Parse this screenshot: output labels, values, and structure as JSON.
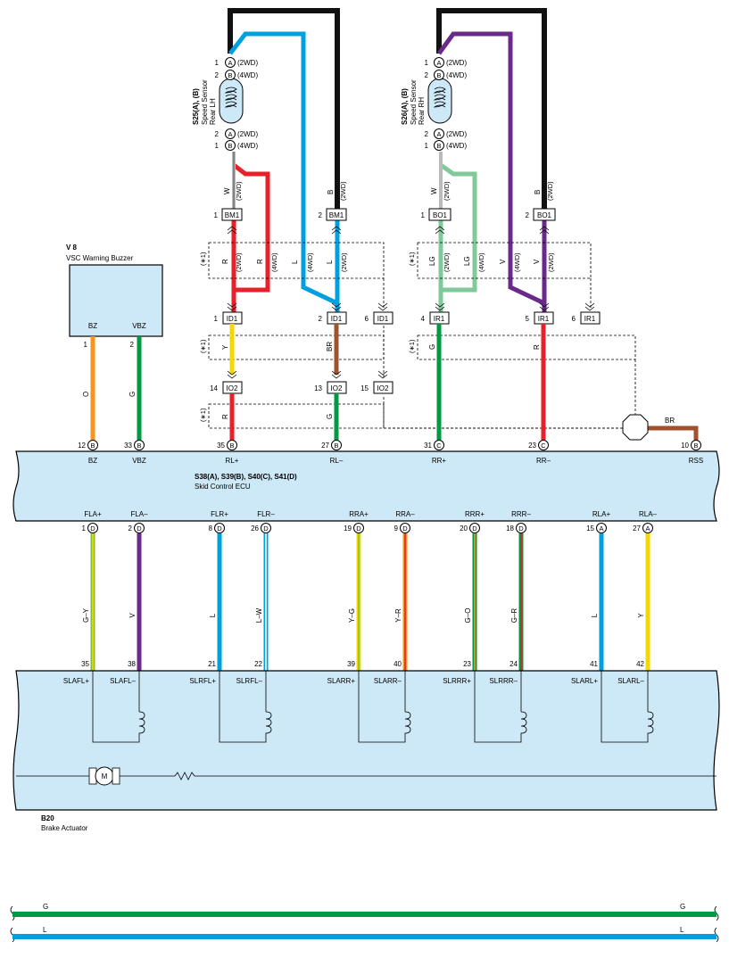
{
  "colors": {
    "ecu_fill": "#cde8f6",
    "black": "#111111",
    "blue": "#00a0e0",
    "red": "#e8202a",
    "green": "#009a44",
    "lightgreen": "#7fc99a",
    "purple": "#6a2a8c",
    "yellow": "#f5d800",
    "orange": "#f7941d",
    "brown": "#a0522d"
  },
  "sensor_lh": {
    "title": "S25(A), (B)",
    "line1": "Speed Sensor",
    "line2": "Rear LH",
    "pins": [
      {
        "num": "1",
        "conn": "A",
        "tag": "(2WD)"
      },
      {
        "num": "2",
        "conn": "B",
        "tag": "(4WD)"
      },
      {
        "num": "2",
        "conn": "A",
        "tag": "(2WD)"
      },
      {
        "num": "1",
        "conn": "B",
        "tag": "(4WD)"
      }
    ]
  },
  "sensor_rh": {
    "title": "S26(A), (B)",
    "line1": "Speed Sensor",
    "line2": "Rear RH",
    "pins": [
      {
        "num": "1",
        "conn": "A",
        "tag": "(2WD)"
      },
      {
        "num": "2",
        "conn": "B",
        "tag": "(4WD)"
      },
      {
        "num": "2",
        "conn": "A",
        "tag": "(2WD)"
      },
      {
        "num": "1",
        "conn": "B",
        "tag": "(4WD)"
      }
    ]
  },
  "buzzer": {
    "id": "V 8",
    "name": "VSC Warning Buzzer",
    "pin1": "BZ",
    "pin2": "VBZ",
    "n1": "1",
    "n2": "2",
    "w1": "O",
    "w2": "G"
  },
  "mid_connectors": [
    {
      "num": "1",
      "name": "BM1"
    },
    {
      "num": "2",
      "name": "BM1"
    },
    {
      "num": "1",
      "name": "BO1"
    },
    {
      "num": "2",
      "name": "BO1"
    },
    {
      "num": "1",
      "name": "ID1"
    },
    {
      "num": "2",
      "name": "ID1"
    },
    {
      "num": "6",
      "name": "ID1"
    },
    {
      "num": "4",
      "name": "IR1"
    },
    {
      "num": "5",
      "name": "IR1"
    },
    {
      "num": "6",
      "name": "IR1"
    },
    {
      "num": "14",
      "name": "IO2"
    },
    {
      "num": "13",
      "name": "IO2"
    },
    {
      "num": "15",
      "name": "IO2"
    }
  ],
  "wire_labels": {
    "w": "W",
    "b": "B",
    "r": "R",
    "l": "L",
    "lg": "LG",
    "v": "V",
    "y": "Y",
    "br": "BR",
    "g": "G",
    "tag2wd": "(2WD)",
    "tag4wd": "(4WD)",
    "star": "(∗1)"
  },
  "ecu": {
    "title": "S38(A), S39(B), S40(C), S41(D)",
    "subtitle": "Skid Control ECU",
    "top_pins": [
      {
        "num": "12",
        "conn": "B",
        "label": "BZ"
      },
      {
        "num": "33",
        "conn": "B",
        "label": "VBZ"
      },
      {
        "num": "35",
        "conn": "B",
        "label": "RL+"
      },
      {
        "num": "27",
        "conn": "B",
        "label": "RL–"
      },
      {
        "num": "31",
        "conn": "C",
        "label": "RR+"
      },
      {
        "num": "23",
        "conn": "C",
        "label": "RR–"
      },
      {
        "num": "10",
        "conn": "B",
        "label": "RSS"
      }
    ],
    "bottom_pins": [
      {
        "num": "1",
        "conn": "D",
        "label": "FLA+"
      },
      {
        "num": "2",
        "conn": "D",
        "label": "FLA–"
      },
      {
        "num": "8",
        "conn": "D",
        "label": "FLR+"
      },
      {
        "num": "26",
        "conn": "D",
        "label": "FLR–"
      },
      {
        "num": "19",
        "conn": "D",
        "label": "RRA+"
      },
      {
        "num": "9",
        "conn": "D",
        "label": "RRA–"
      },
      {
        "num": "20",
        "conn": "D",
        "label": "RRR+"
      },
      {
        "num": "18",
        "conn": "D",
        "label": "RRR–"
      },
      {
        "num": "15",
        "conn": "A",
        "label": "RLA+"
      },
      {
        "num": "27",
        "conn": "A",
        "label": "RLA–"
      }
    ]
  },
  "wires_lower": [
    "G–Y",
    "V",
    "L",
    "L–W",
    "Y–G",
    "Y–R",
    "G–O",
    "G–R",
    "L",
    "Y"
  ],
  "actuator": {
    "id": "B20",
    "name": "Brake Actuator",
    "motor": "M",
    "pins": [
      {
        "num": "35",
        "label": "SLAFL+"
      },
      {
        "num": "38",
        "label": "SLAFL–"
      },
      {
        "num": "21",
        "label": "SLRFL+"
      },
      {
        "num": "22",
        "label": "SLRFL–"
      },
      {
        "num": "39",
        "label": "SLARR+"
      },
      {
        "num": "40",
        "label": "SLARR–"
      },
      {
        "num": "23",
        "label": "SLRRR+"
      },
      {
        "num": "24",
        "label": "SLRRR–"
      },
      {
        "num": "41",
        "label": "SLARL+"
      },
      {
        "num": "42",
        "label": "SLARL–"
      }
    ]
  },
  "bus": {
    "g": "G",
    "l": "L"
  }
}
